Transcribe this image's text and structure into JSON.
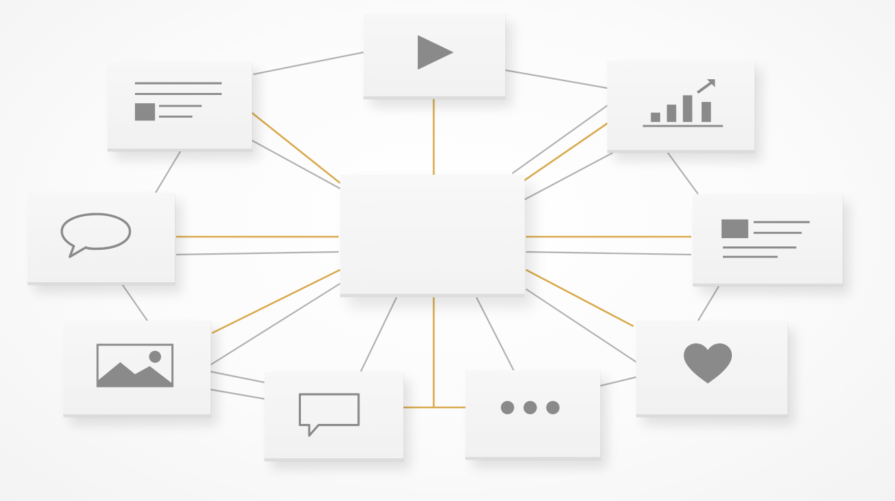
{
  "diagram": {
    "hub": {},
    "nodes": [
      {
        "id": "video",
        "icon": "play-icon"
      },
      {
        "id": "document",
        "icon": "document-icon"
      },
      {
        "id": "analytics",
        "icon": "bar-chart-trend-icon"
      },
      {
        "id": "chat",
        "icon": "speech-bubble-icon"
      },
      {
        "id": "article",
        "icon": "article-icon"
      },
      {
        "id": "image",
        "icon": "image-icon"
      },
      {
        "id": "message",
        "icon": "message-icon"
      },
      {
        "id": "more",
        "icon": "ellipsis-icon"
      },
      {
        "id": "favorite",
        "icon": "heart-icon"
      }
    ],
    "colors": {
      "card": "#f4f4f4",
      "icon": "#8a8a8a",
      "link_gray": "#a9a9a9",
      "link_gold": "#d6a94c"
    }
  }
}
